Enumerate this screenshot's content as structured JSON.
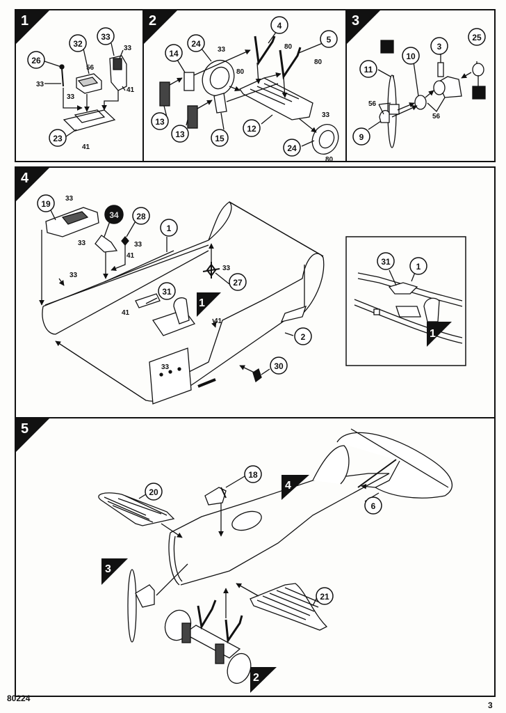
{
  "document": {
    "kit_code": "80224",
    "page_number": "3"
  },
  "steps": [
    {
      "number": "1",
      "callouts": [
        {
          "part": "26"
        },
        {
          "part": "32"
        },
        {
          "part": "33"
        },
        {
          "part": "23"
        }
      ],
      "paint_refs": [
        "33",
        "56",
        "33",
        "33",
        "41",
        "41"
      ]
    },
    {
      "number": "2",
      "callouts": [
        {
          "part": "14"
        },
        {
          "part": "24"
        },
        {
          "part": "4"
        },
        {
          "part": "5"
        },
        {
          "part": "13"
        },
        {
          "part": "13"
        },
        {
          "part": "15"
        },
        {
          "part": "12"
        },
        {
          "part": "24"
        }
      ],
      "paint_refs": [
        "33",
        "80",
        "80",
        "80",
        "33",
        "80"
      ]
    },
    {
      "number": "3",
      "callouts": [
        {
          "part": "11"
        },
        {
          "part": "10"
        },
        {
          "part": "3"
        },
        {
          "part": "25"
        },
        {
          "part": "9"
        }
      ],
      "paint_refs": [
        "56",
        "56"
      ]
    },
    {
      "number": "4",
      "callouts": [
        {
          "part": "19"
        },
        {
          "part": "34"
        },
        {
          "part": "28"
        },
        {
          "part": "1"
        },
        {
          "part": "31"
        },
        {
          "part": "27"
        },
        {
          "part": "2"
        },
        {
          "part": "30"
        }
      ],
      "paint_refs": [
        "33",
        "33",
        "33",
        "41",
        "33",
        "33",
        "41",
        "41",
        "33"
      ],
      "subassembly_marker": "1",
      "inset": {
        "callouts": [
          {
            "part": "31"
          },
          {
            "part": "1"
          }
        ],
        "subassembly_marker": "1"
      }
    },
    {
      "number": "5",
      "callouts": [
        {
          "part": "20"
        },
        {
          "part": "18"
        },
        {
          "part": "6"
        },
        {
          "part": "21"
        }
      ],
      "subassembly_markers": [
        "4",
        "3",
        "2"
      ]
    }
  ]
}
